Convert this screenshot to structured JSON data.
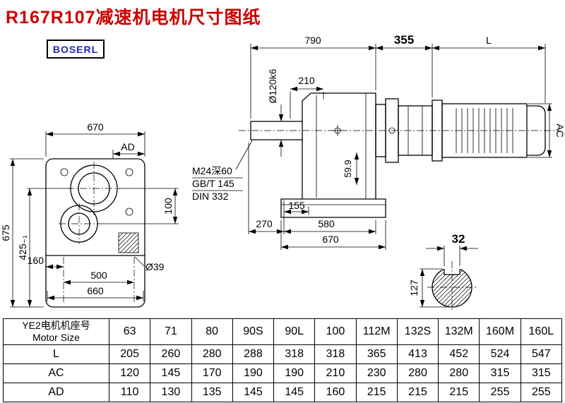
{
  "title": "R167R107减速机电机尺寸图纸",
  "logo": "BOSERL",
  "front_view": {
    "dim_width_top": "670",
    "dim_ad": "AD",
    "dim_height": "675",
    "dim_425": "425₋₁",
    "dim_100": "100",
    "dim_160": "160",
    "dim_500": "500",
    "dim_660": "660",
    "label_dia_39": "Ø39"
  },
  "side_view": {
    "dim_790": "790",
    "dim_355": "355",
    "dim_l": "L",
    "label_shaft_dia": "Ø120k6",
    "dim_210": "210",
    "note_line1": "M24深60",
    "note_line2": "GB/T 145",
    "note_line3": "DIN 332",
    "dim_155": "155",
    "dim_270": "270",
    "dim_580": "580",
    "dim_670": "670",
    "dim_59_9": "59.9",
    "dim_ac": "AC"
  },
  "shaft_section": {
    "dim_32": "32",
    "dim_127": "127"
  },
  "table": {
    "motor_size_label_cn": "YE2电机机座号",
    "motor_size_label_en": "Motor Size",
    "columns": [
      "63",
      "71",
      "80",
      "90S",
      "90L",
      "100",
      "112M",
      "132S",
      "132M",
      "160M",
      "160L"
    ],
    "rows": [
      {
        "label": "L",
        "values": [
          "205",
          "260",
          "280",
          "288",
          "318",
          "318",
          "365",
          "413",
          "452",
          "524",
          "547"
        ]
      },
      {
        "label": "AC",
        "values": [
          "120",
          "145",
          "170",
          "190",
          "190",
          "210",
          "230",
          "280",
          "280",
          "315",
          "315"
        ]
      },
      {
        "label": "AD",
        "values": [
          "110",
          "130",
          "135",
          "145",
          "145",
          "160",
          "215",
          "215",
          "215",
          "255",
          "255"
        ]
      }
    ]
  }
}
